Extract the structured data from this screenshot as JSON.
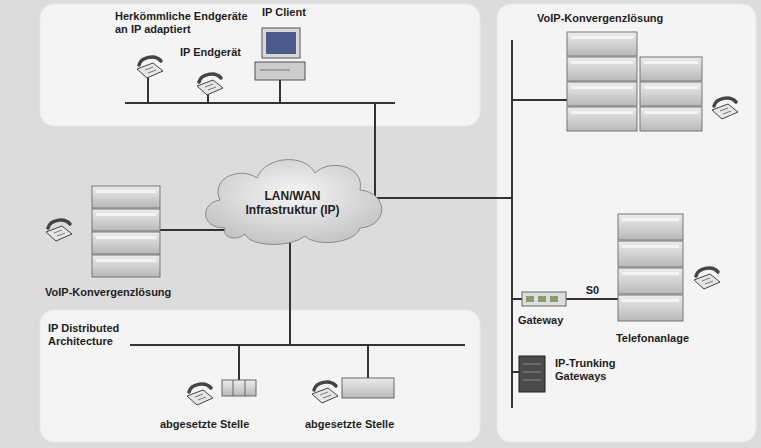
{
  "diagram": {
    "nodes": [
      {
        "text": [
          "Herkömmliche Endgeräte an IP adaptiert"
        ]
      },
      {
        "text": [
          "IP Endgerät"
        ],
        "in": 0
      },
      {
        "text": [
          "IP Client"
        ],
        "in": 0
      },
      {
        "text": [
          "LAN/WAN Infrastruktur (IP)"
        ]
      },
      {
        "text": [
          "VoIP-Konvergenzlösung"
        ]
      },
      {
        "text": [
          "IP Distributed Architecture"
        ]
      },
      {
        "text": [
          "abgesetzte Stelle"
        ],
        "in": 5
      },
      {
        "text": [
          "abgesetzte Stelle"
        ],
        "in": 5
      },
      {
        "text": [
          "VoIP-Konvergenzlösung"
        ]
      },
      {
        "text": [
          "Gateway"
        ],
        "in": 8
      },
      {
        "text": [
          "Telefonanlage"
        ],
        "in": 8
      },
      {
        "text": [
          "IP-Trunking Gateways"
        ],
        "in": 8
      }
    ],
    "edges": [
      {
        "from": 3,
        "to": 0,
        "arrow": "none"
      },
      {
        "from": 3,
        "to": 4,
        "arrow": "none"
      },
      {
        "from": 3,
        "to": 5,
        "arrow": "none"
      },
      {
        "from": 3,
        "to": 8,
        "arrow": "none"
      },
      {
        "from": 9,
        "to": 10,
        "label": "S0",
        "arrow": "none"
      }
    ]
  }
}
